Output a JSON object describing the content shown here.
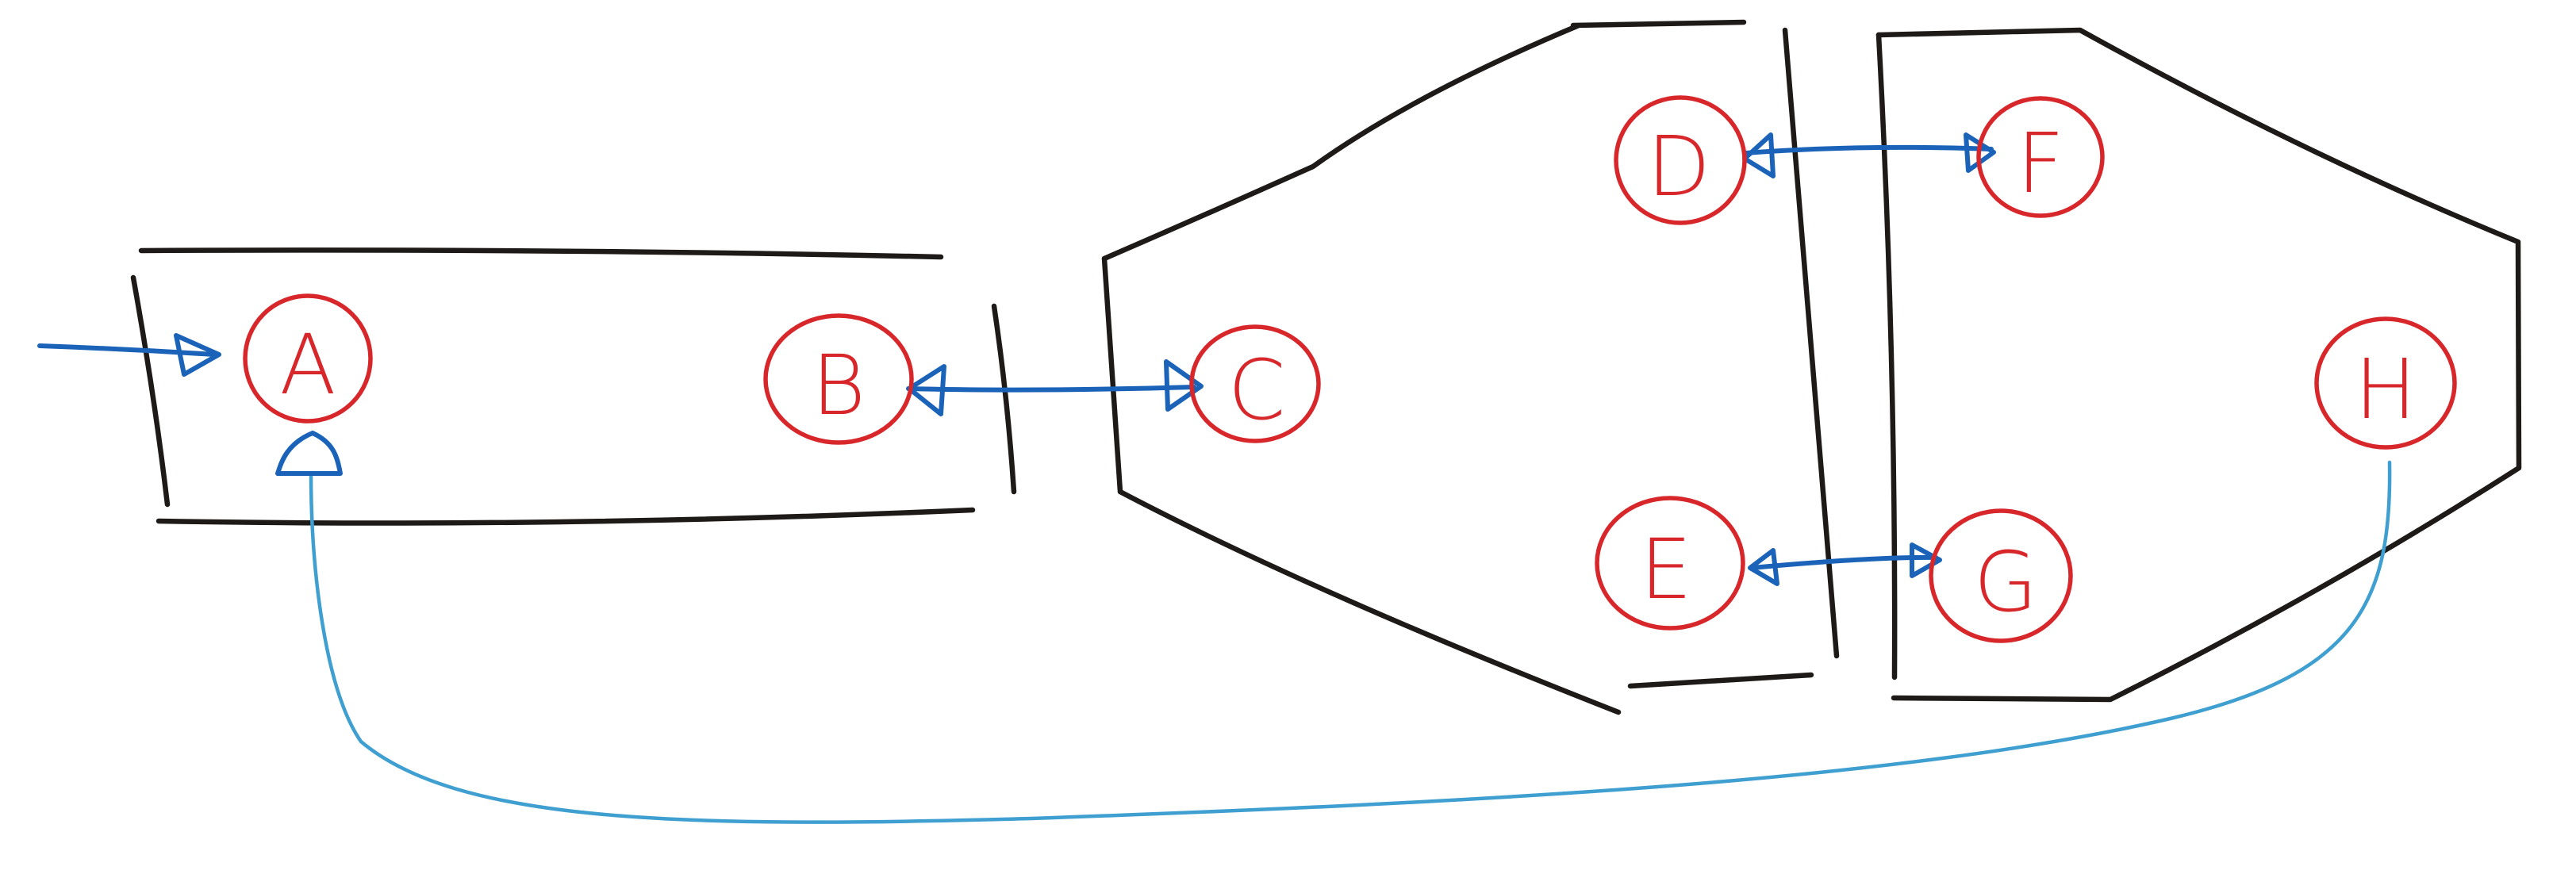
{
  "colors": {
    "outline": "#1d1a18",
    "link": "#1a63b8",
    "link_light": "#3f9fd0",
    "node": "#d8272b"
  },
  "nodes": [
    {
      "id": "a",
      "label": "A"
    },
    {
      "id": "b",
      "label": "B"
    },
    {
      "id": "c",
      "label": "C"
    },
    {
      "id": "d",
      "label": "D"
    },
    {
      "id": "e",
      "label": "E"
    },
    {
      "id": "f",
      "label": "F"
    },
    {
      "id": "g",
      "label": "G"
    },
    {
      "id": "h",
      "label": "H"
    }
  ],
  "connections": [
    {
      "from": "entry",
      "to": "A",
      "style": "arrow"
    },
    {
      "from": "B",
      "to": "C",
      "style": "open-triangle-both-ends"
    },
    {
      "from": "D",
      "to": "F",
      "style": "open-triangle-both-ends"
    },
    {
      "from": "E",
      "to": "G",
      "style": "open-triangle-both-ends"
    },
    {
      "from": "H",
      "to": "A",
      "style": "open-triangle-at-target"
    }
  ],
  "containers": [
    {
      "id": "box-ab",
      "shape": "rectangle",
      "contains": [
        "A",
        "B"
      ]
    },
    {
      "id": "hex-left",
      "shape": "half-hexagon",
      "contains": [
        "C",
        "D",
        "E"
      ]
    },
    {
      "id": "hex-right",
      "shape": "half-hexagon",
      "contains": [
        "F",
        "G",
        "H"
      ]
    }
  ]
}
